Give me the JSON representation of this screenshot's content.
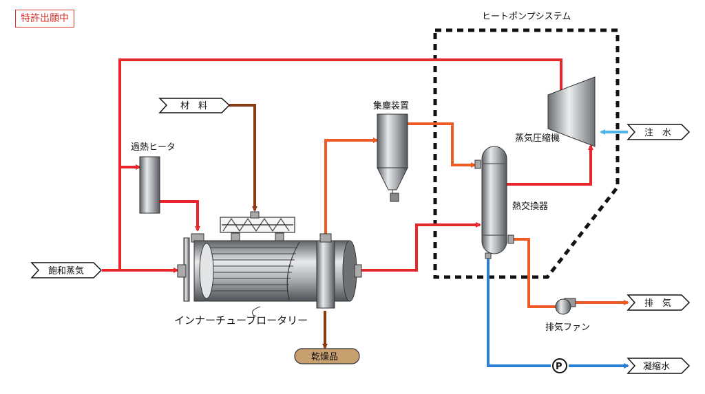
{
  "badge": "特許出願中",
  "labels": {
    "heat_pump_system": "ヒートポンプシステム",
    "material": "材　料",
    "superheater": "過熱ヒータ",
    "dust_collector": "集塵装置",
    "steam_compressor": "蒸気圧縮機",
    "heat_exchanger": "熱交換器",
    "water_injection": "注　水",
    "saturated_steam": "飽和蒸気",
    "inner_tube_rotary": "インナーチューブロータリー",
    "dried_product": "乾燥品",
    "exhaust_fan": "排気ファン",
    "exhaust": "排　気",
    "condensate": "凝縮水",
    "pump_symbol": "P"
  },
  "colors": {
    "steam_red": "#e8262b",
    "orange": "#ee5a24",
    "brown": "#8b3a14",
    "water_blue": "#2a7fd4",
    "light_blue": "#4fb3e8",
    "product_fill": "#c8a070"
  }
}
